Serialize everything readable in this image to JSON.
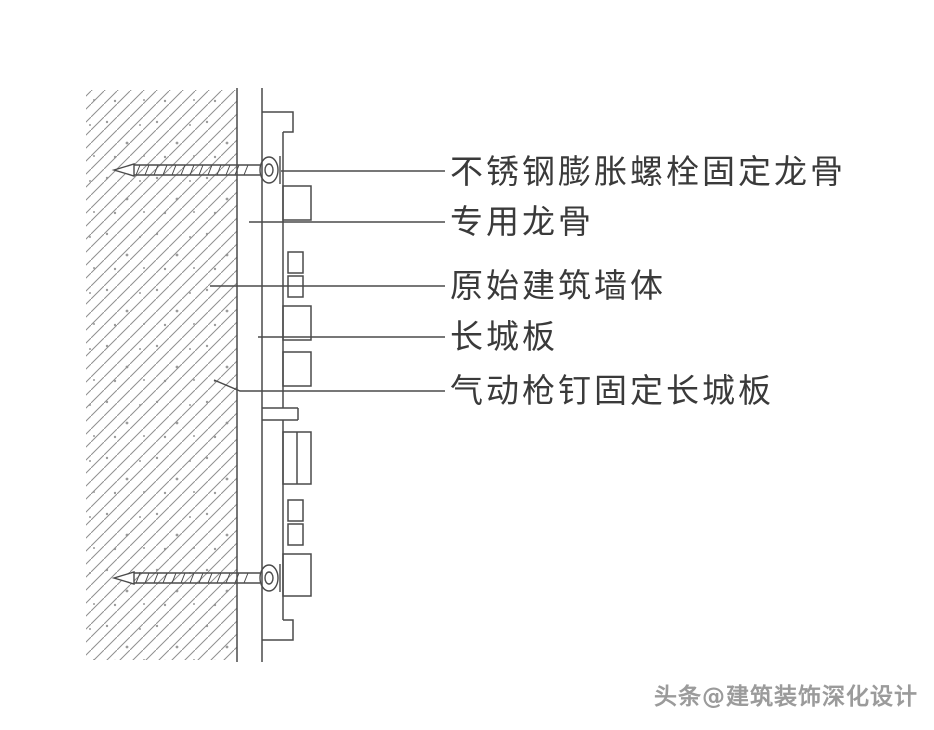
{
  "page": {
    "background_color": "#ffffff"
  },
  "diagram": {
    "type": "construction-detail-section",
    "line_color": "#4a4a4a",
    "hatch_color": "#8f8f8f",
    "labels": [
      {
        "id": "bolt",
        "text": "不锈钢膨胀螺栓固定龙骨"
      },
      {
        "id": "keel",
        "text": "专用龙骨"
      },
      {
        "id": "wall",
        "text": "原始建筑墙体"
      },
      {
        "id": "panel",
        "text": "长城板"
      },
      {
        "id": "nail",
        "text": "气动枪钉固定长城板"
      }
    ]
  },
  "watermark": {
    "text": "头条@建筑装饰深化设计",
    "color": "#9b9b9b"
  }
}
